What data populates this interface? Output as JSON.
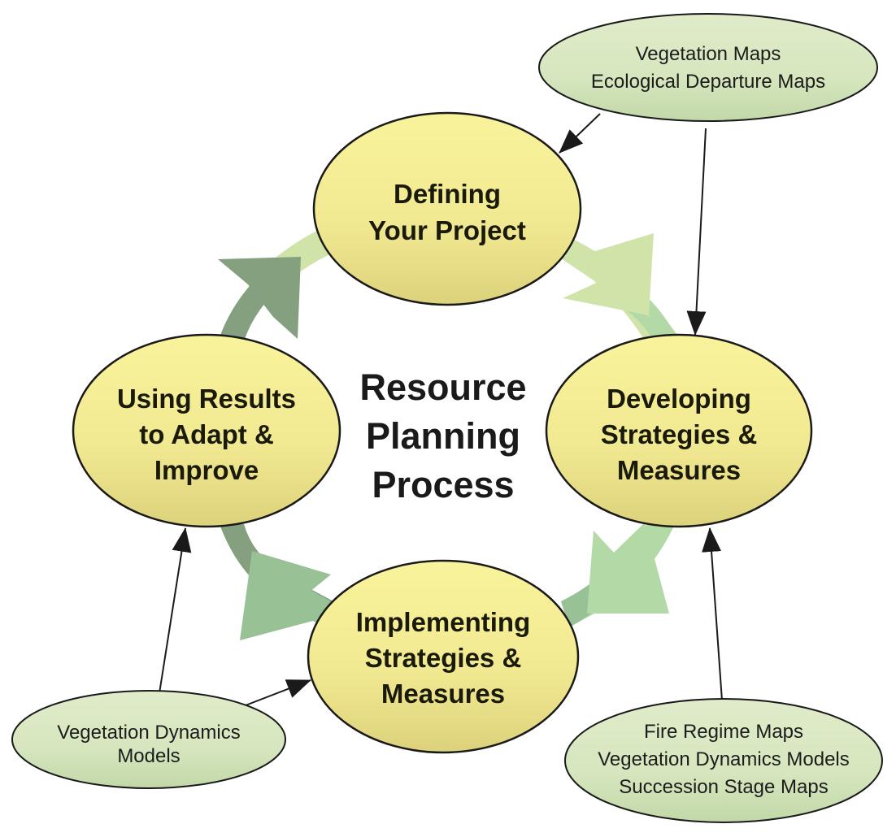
{
  "title": {
    "lines": [
      "Resource",
      "Planning",
      "Process"
    ]
  },
  "process_nodes": [
    {
      "id": "define",
      "lines": [
        "Defining",
        "Your Project"
      ]
    },
    {
      "id": "develop",
      "lines": [
        "Developing",
        "Strategies &",
        "Measures"
      ]
    },
    {
      "id": "implement",
      "lines": [
        "Implementing",
        "Strategies &",
        "Measures"
      ]
    },
    {
      "id": "adapt",
      "lines": [
        "Using Results",
        "to Adapt &",
        "Improve"
      ]
    }
  ],
  "input_nodes": [
    {
      "id": "maps-top",
      "lines": [
        "Vegetation Maps",
        "Ecological Departure Maps"
      ]
    },
    {
      "id": "models-left",
      "lines": [
        "Vegetation Dynamics",
        "Models"
      ]
    },
    {
      "id": "maps-bottom",
      "lines": [
        "Fire Regime Maps",
        "Vegetation Dynamics Models",
        "Succession Stage Maps"
      ]
    }
  ],
  "colors": {
    "process_fill_top": "#f8f29a",
    "process_fill_bottom": "#e0d67e",
    "input_fill_top": "#deebc8",
    "input_fill_bottom": "#c4d9aa",
    "cycle_arrow_1": "#d0e4aa",
    "cycle_arrow_2": "#b2d9a6",
    "cycle_arrow_3": "#98c196",
    "cycle_arrow_4": "#84a07f",
    "outline": "#1a1a1a"
  }
}
